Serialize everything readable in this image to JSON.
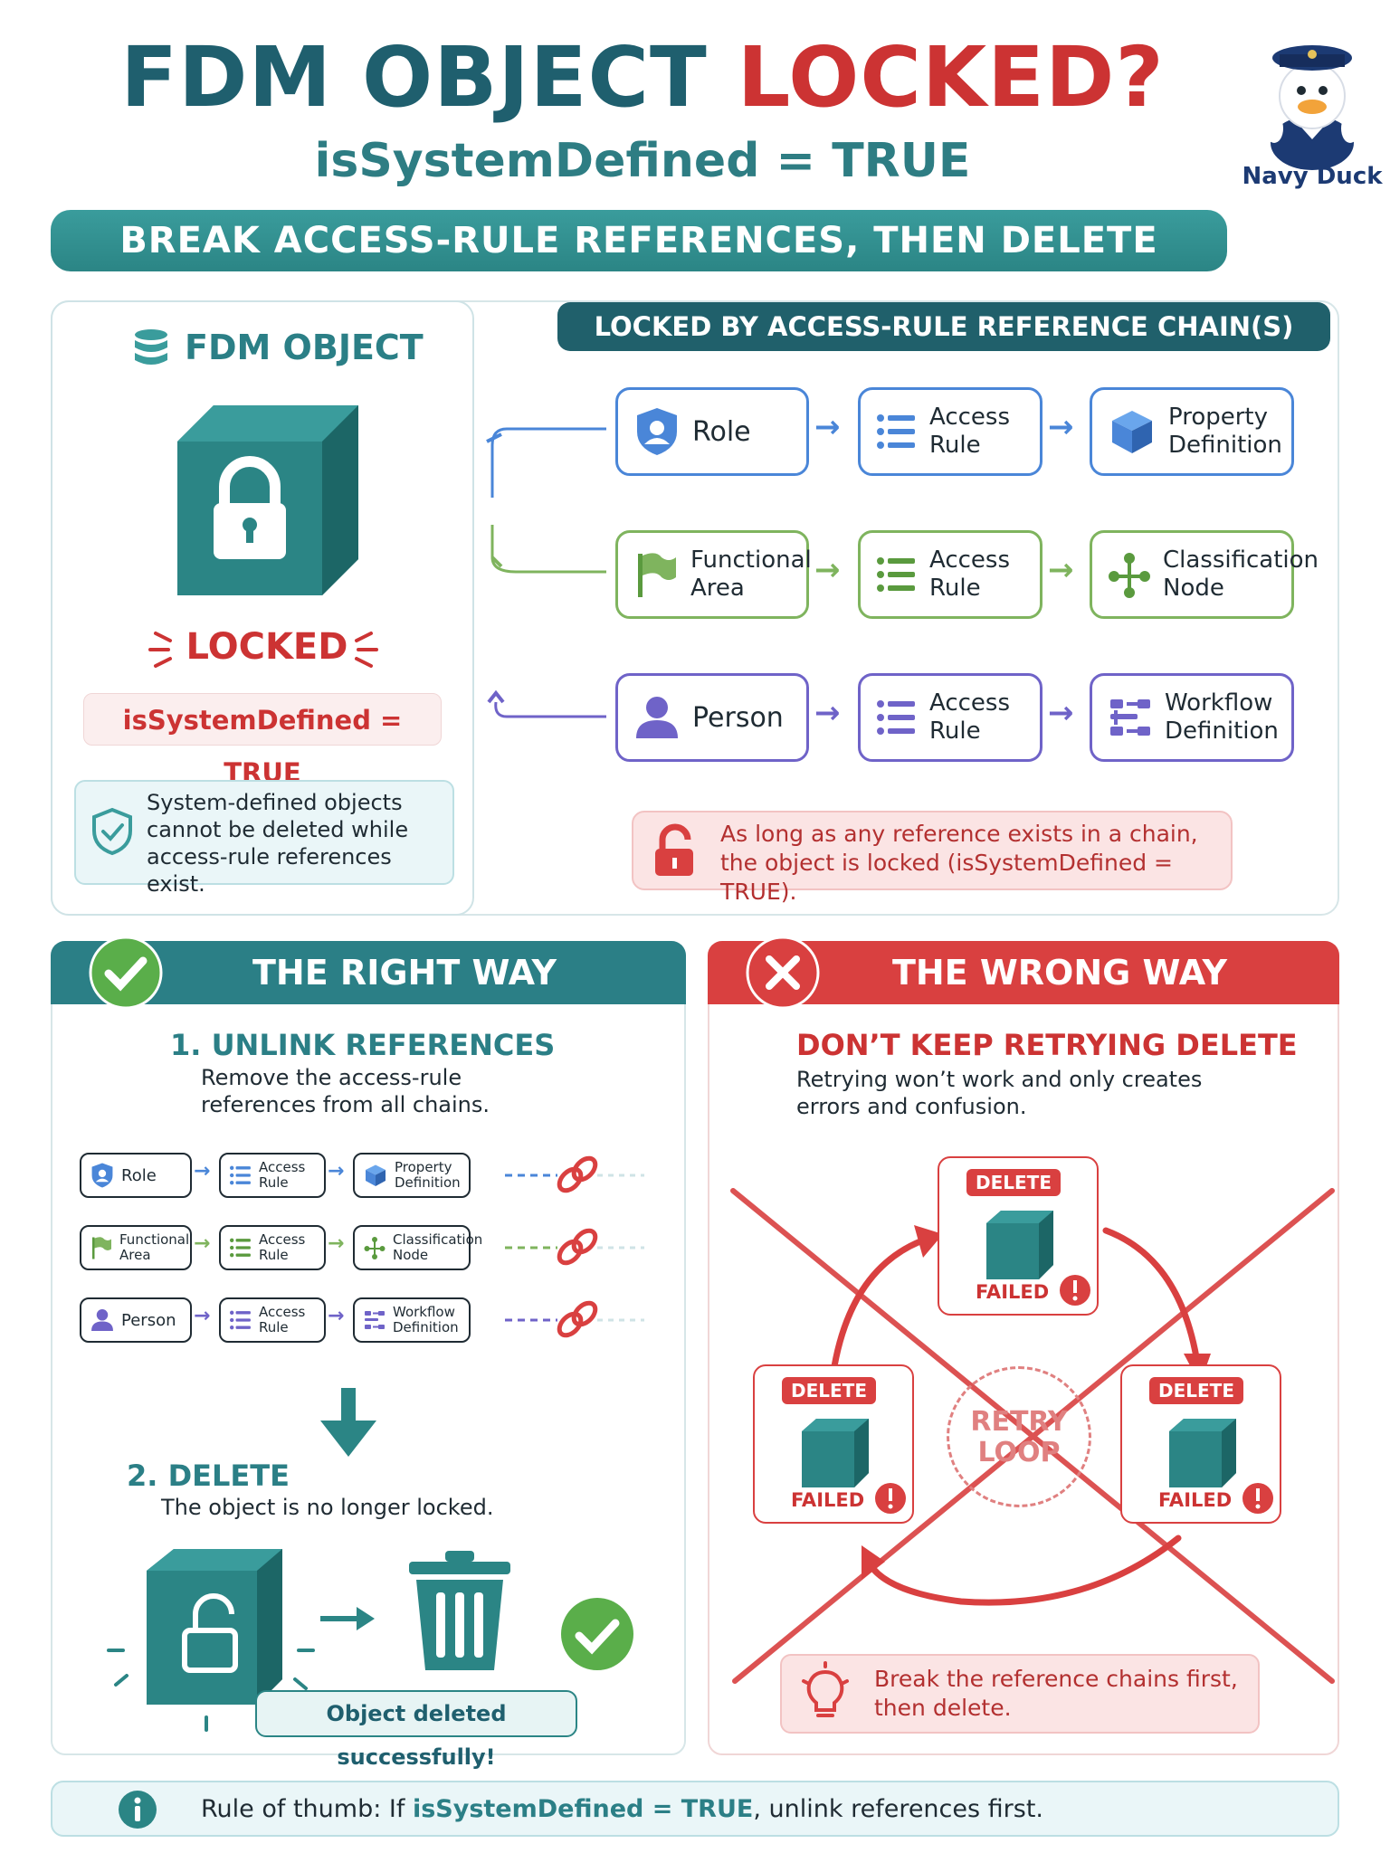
{
  "header": {
    "title_main": "FDM OBJECT",
    "title_accent": "LOCKED?",
    "subtitle": "isSystemDefined = TRUE",
    "mascot_name": "Navy Duck",
    "banner": "BREAK ACCESS-RULE REFERENCES, THEN DELETE"
  },
  "object_panel": {
    "title": "FDM OBJECT",
    "locked_label": "LOCKED",
    "flag": "isSystemDefined = TRUE",
    "note": "System-defined objects cannot be deleted while access-rule references exist."
  },
  "chains": {
    "title": "LOCKED BY ACCESS-RULE REFERENCE CHAIN(S)",
    "rows": [
      {
        "start": "Role",
        "middle": "Access Rule",
        "end": "Property Definition",
        "color": "#4a86d8"
      },
      {
        "start": "Functional Area",
        "middle": "Access Rule",
        "end": "Classification Node",
        "color": "#7fb45e"
      },
      {
        "start": "Person",
        "middle": "Access Rule",
        "end": "Workflow Definition",
        "color": "#6f63c8"
      }
    ],
    "warning": "As long as any reference exists in a chain, the object is locked (isSystemDefined = TRUE)."
  },
  "right_way": {
    "heading": "THE RIGHT WAY",
    "step1_title": "1. UNLINK REFERENCES",
    "step1_desc": "Remove the access-rule references from all chains.",
    "step2_title": "2. DELETE",
    "step2_desc": "The object is no longer locked.",
    "success": "Object deleted successfully!"
  },
  "wrong_way": {
    "heading": "THE WRONG WAY",
    "title": "DON’T KEEP RETRYING DELETE",
    "desc": "Retrying won’t work and only creates errors and confusion.",
    "delete_tag": "DELETE",
    "failed_tag": "FAILED",
    "retry_line1": "RETRY",
    "retry_line2": "LOOP",
    "tip": "Break the reference chains first, then delete."
  },
  "footer": {
    "prefix": "Rule of thumb: If ",
    "highlight": "isSystemDefined = TRUE",
    "suffix": ", unlink references first."
  },
  "colors": {
    "teal": "#2b7f86",
    "red": "#cc3333",
    "blue": "#4a86d8",
    "green": "#7fb45e",
    "purple": "#6f63c8"
  }
}
